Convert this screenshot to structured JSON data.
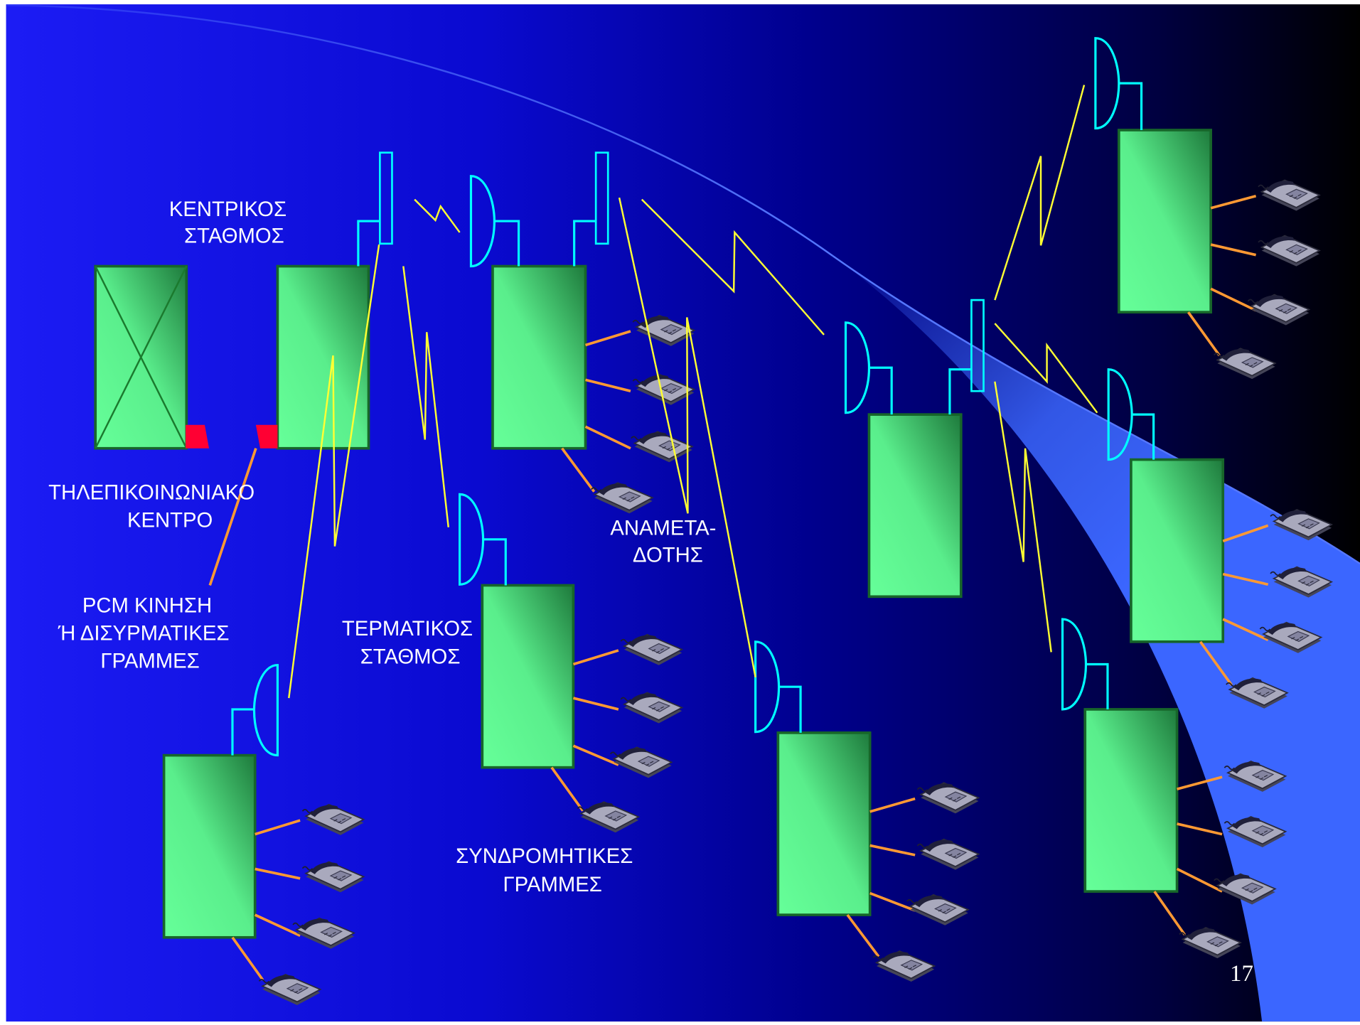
{
  "labels": {
    "central_station": [
      "ΚΕΝΤΡΙΚΟΣ",
      "ΣΤΑΘΜΟΣ"
    ],
    "exchange": [
      "ΤΗΛΕΠΙΚΟΙΝΩΝΙΑΚΟ",
      "ΚΕΝΤΡΟ"
    ],
    "pcm_lines": [
      "PCM ΚΙΝΗΣΗ",
      "Ή ΔΙΣΥΡΜΑΤΙΚΕΣ",
      "ΓΡΑΜΜΕΣ"
    ],
    "terminal_station": [
      "ΤΕΡΜΑΤΙΚΟΣ",
      "ΣΤΑΘΜΟΣ"
    ],
    "repeater": [
      "ΑΝΑΜΕΤΑ-",
      "ΔΟΤΗΣ"
    ],
    "subscriber_lines": [
      "ΣΥΝΔΡΟΜΗΤΙΚΕΣ",
      "ΓΡΑΜΜΕΣ"
    ]
  },
  "page_number": "17",
  "icons": {
    "subscriber_terminal": "telephone-icon",
    "dish_antenna": "dish-antenna-icon",
    "mast_antenna": "mast-antenna-icon"
  },
  "colors": {
    "background_left": "#1c1cf5",
    "background_right": "#000000",
    "arc_band": "#3b66ff",
    "station_fill": "#66ff99",
    "antenna": "#00ffff",
    "radio_link": "#ffff33",
    "subscriber_line": "#ff9933",
    "exchange_marker": "#ff0033",
    "text": "#ffffff"
  }
}
